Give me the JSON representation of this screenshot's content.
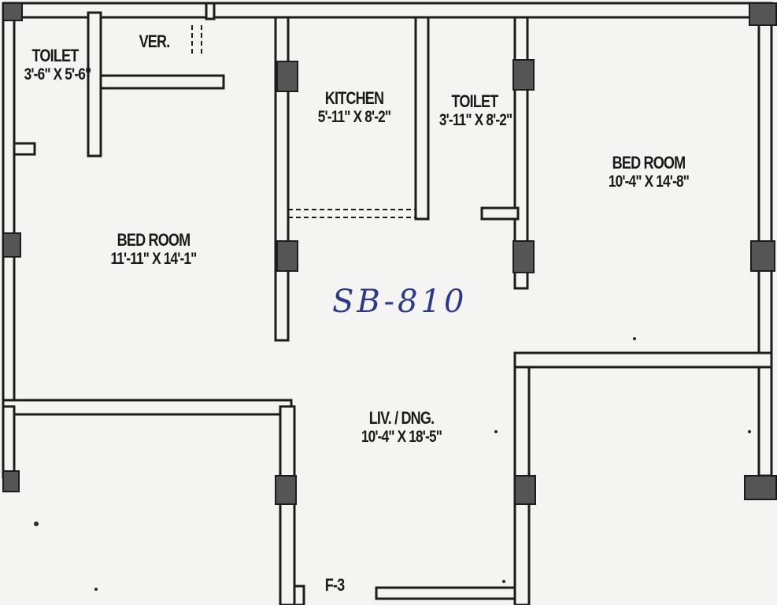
{
  "rooms": {
    "toilet_left": {
      "name": "TOILET",
      "dim": "3'-6\" X 5'-6\""
    },
    "verandah": {
      "name": "VER."
    },
    "kitchen": {
      "name": "KITCHEN",
      "dim": "5'-11\" X 8'-2\""
    },
    "toilet_mid": {
      "name": "TOILET",
      "dim": "3'-11\" X 8'-2\""
    },
    "bed_room_right": {
      "name": "BED ROOM",
      "dim": "10'-4\" X 14'-8\""
    },
    "bed_room_left": {
      "name": "BED ROOM",
      "dim": "11'-11\" X 14'-1\""
    },
    "living_dining": {
      "name": "LIV. / DNG.",
      "dim": "10'-4\" X 18'-5\""
    }
  },
  "annotations": {
    "flat_number": "SB-810",
    "entrance_label": "F-3"
  },
  "colors": {
    "wall": "#1c1c1c",
    "column": "#555555",
    "background": "#f4f4f2",
    "handwriting": "#2b3a8c"
  }
}
